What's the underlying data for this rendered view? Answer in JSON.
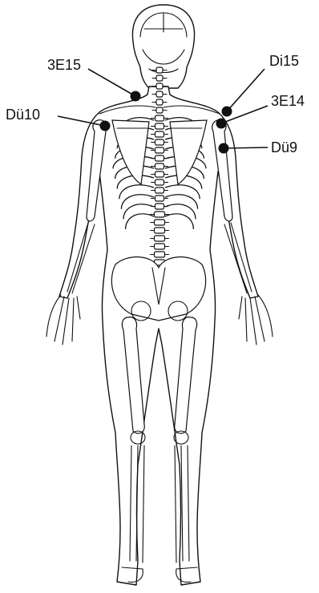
{
  "labels": {
    "p3e15": "3E15",
    "pdi15": "Di15",
    "pdu10": "Dü10",
    "p3e14": "3E14",
    "pdu9": "Dü9"
  },
  "colors": {
    "ink": "#111111",
    "background": "#ffffff"
  }
}
